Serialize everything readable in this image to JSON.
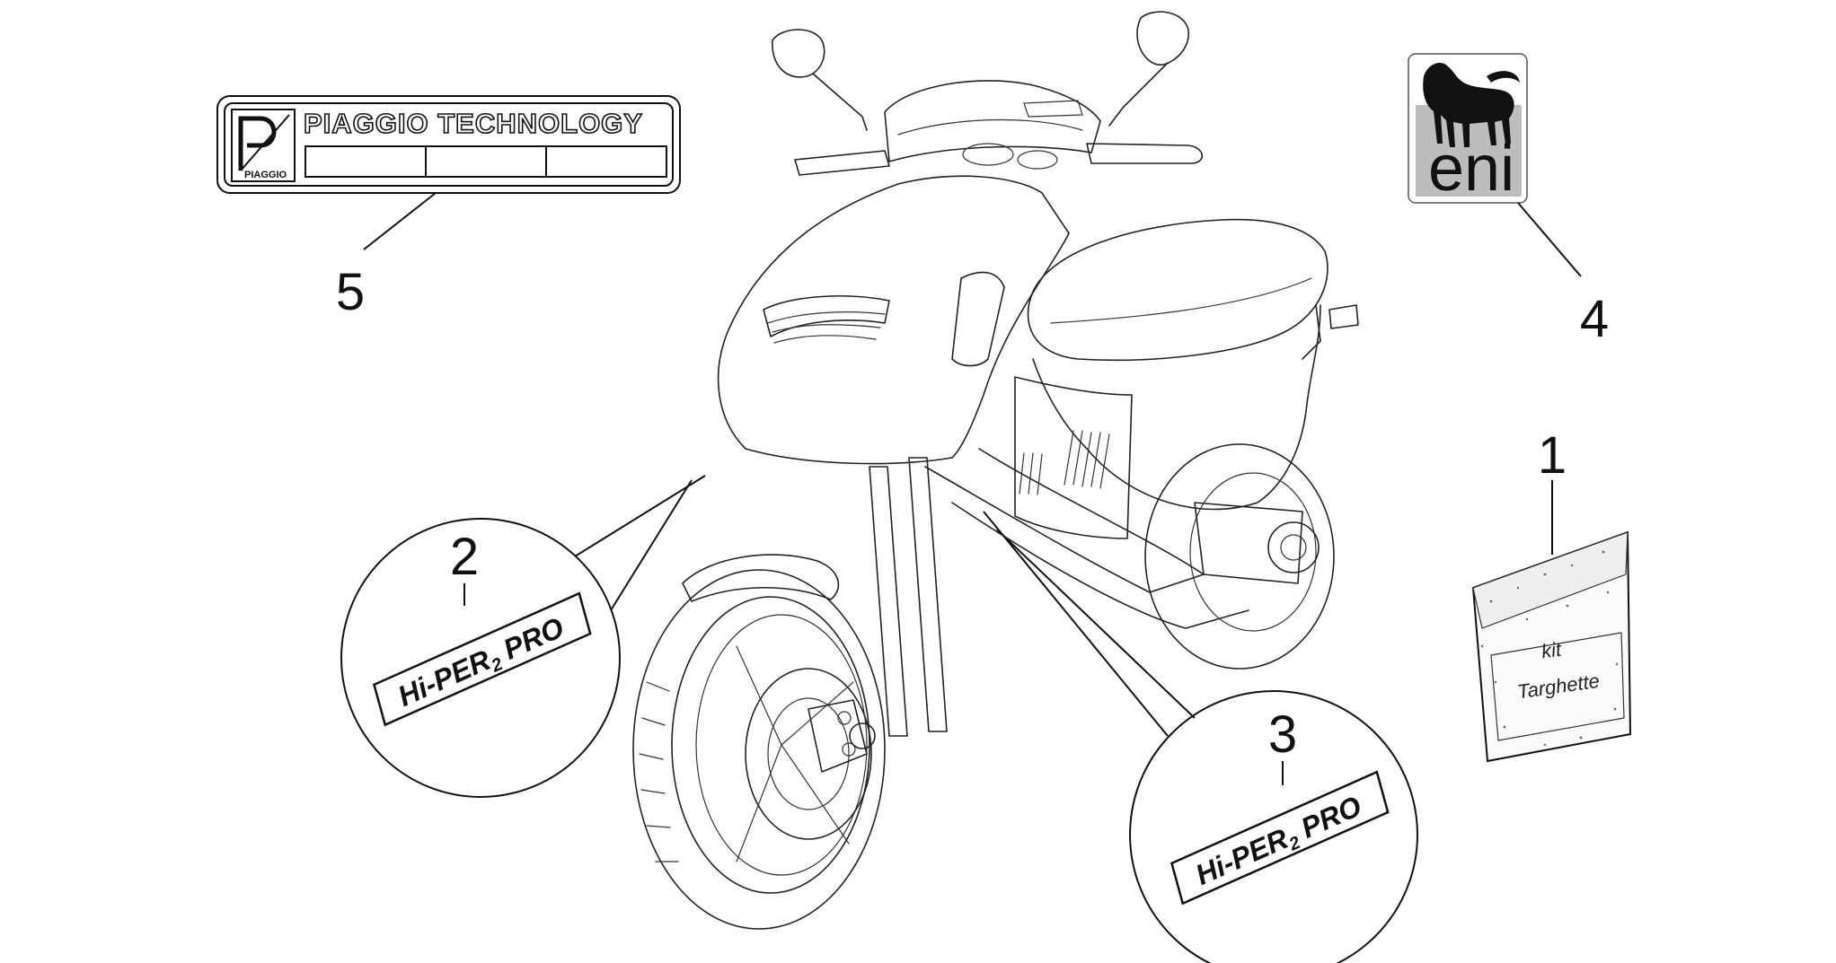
{
  "callouts": [
    {
      "number": "1"
    },
    {
      "number": "2"
    },
    {
      "number": "3"
    },
    {
      "number": "4"
    },
    {
      "number": "5"
    }
  ],
  "piaggio_label": {
    "title": "PIAGGIO TECHNOLOGY",
    "logo_text": "PIAGGIO"
  },
  "eni_sticker": {
    "text": "eni"
  },
  "hiper_badge": {
    "prefix": "Hi-PER",
    "subscript": "2",
    "suffix": " PRO"
  },
  "kit_bag": {
    "line1": "kit",
    "line2": "Targhette"
  }
}
